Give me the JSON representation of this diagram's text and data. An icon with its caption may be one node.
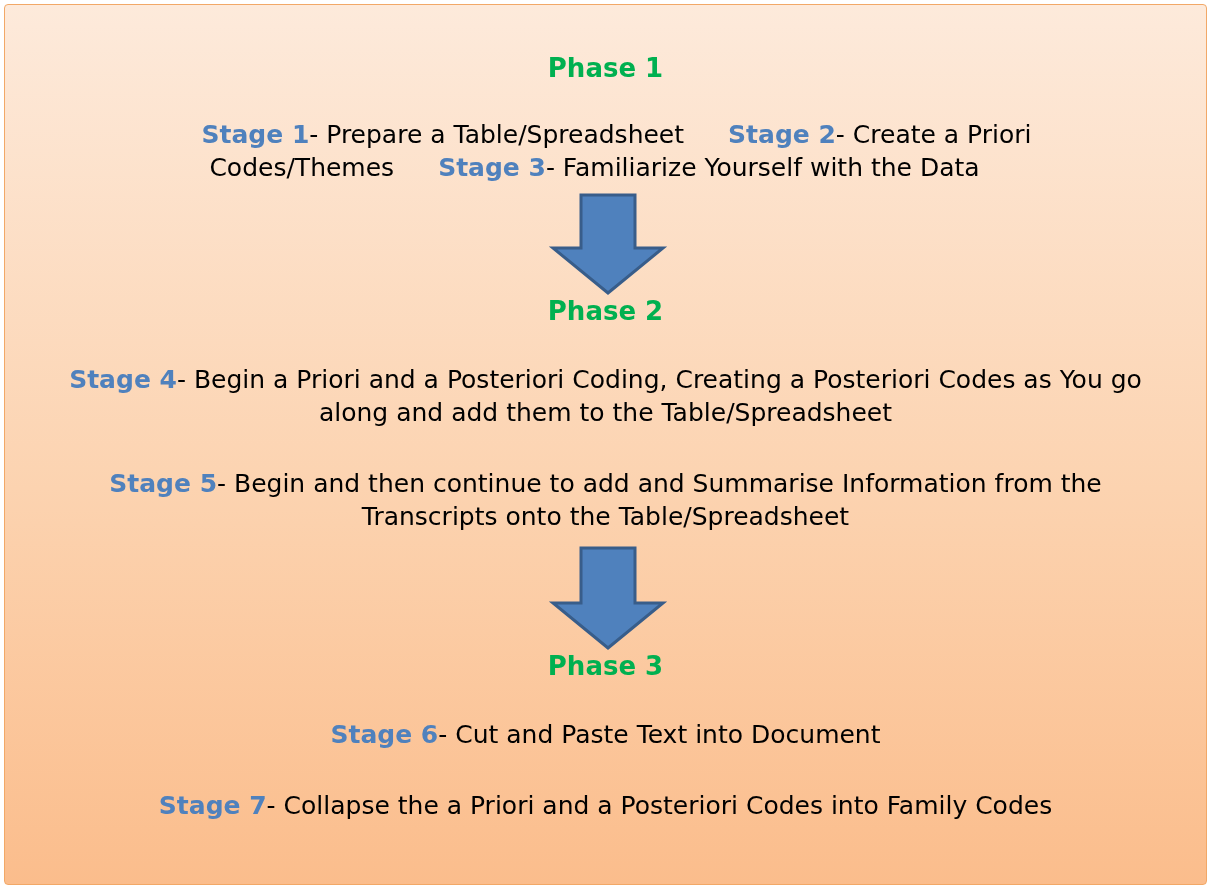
{
  "diagram": {
    "nodes": [
      {
        "text": [],
        "shape": "box"
      },
      {
        "text": [
          "Phase 1",
          "**Stage 1**- Prepare a Table/Spreadsheet",
          "**Stage 2**- Create a Priori Codes/Themes",
          "**Stage 3**- Familiarize Yourself with the Data"
        ],
        "in": 0
      },
      {
        "text": [
          "Phase 2",
          "**Stage 4**- Begin a Priori and a Posteriori Coding, Creating a Posteriori Codes as You go along and add them to the Table/Spreadsheet",
          "**Stage 5**- Begin and then continue to add and Summarise Information from the Transcripts onto the Table/Spreadsheet"
        ],
        "in": 0
      },
      {
        "text": [
          "Phase 3",
          "**Stage 6**- Cut and Paste Text into Document",
          "**Stage 7**- Collapse the a Priori and a Posteriori Codes into Family Codes"
        ],
        "in": 0
      }
    ],
    "edges": [
      {
        "from": 1,
        "to": 2,
        "arrow": "to"
      },
      {
        "from": 2,
        "to": 3,
        "arrow": "to"
      }
    ]
  }
}
